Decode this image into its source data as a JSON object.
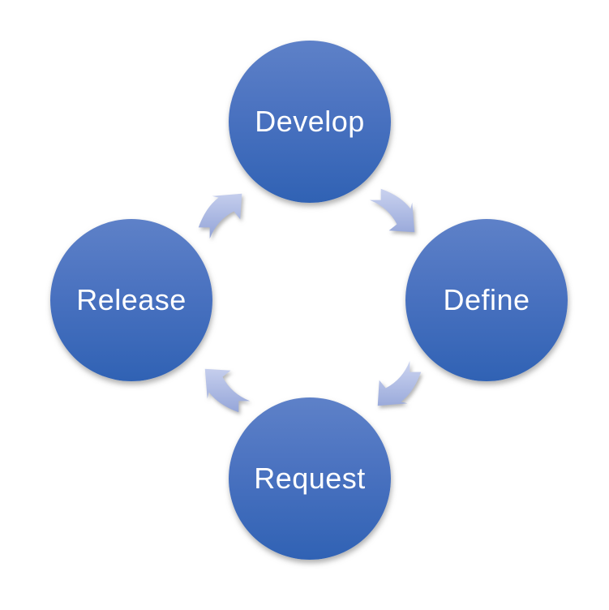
{
  "diagram": {
    "type": "cycle",
    "direction": "clockwise",
    "nodes": [
      {
        "id": "develop",
        "label": "Develop",
        "position": "top"
      },
      {
        "id": "define",
        "label": "Define",
        "position": "right"
      },
      {
        "id": "request",
        "label": "Request",
        "position": "bottom"
      },
      {
        "id": "release",
        "label": "Release",
        "position": "left"
      }
    ],
    "arrows": [
      {
        "from": "develop",
        "to": "define",
        "position": "top-right",
        "points": "down-right"
      },
      {
        "from": "define",
        "to": "request",
        "position": "bottom-right",
        "points": "down-left"
      },
      {
        "from": "request",
        "to": "release",
        "position": "bottom-left",
        "points": "up-left"
      },
      {
        "from": "release",
        "to": "develop",
        "position": "top-left",
        "points": "up-right"
      }
    ],
    "colors": {
      "node_gradient_top": "#5e81c8",
      "node_gradient_bottom": "#3062b4",
      "node_text": "#ffffff",
      "arrow_gradient_light": "#ccd4f0",
      "arrow_gradient_dark": "#93a4d8",
      "background": "#ffffff"
    }
  }
}
